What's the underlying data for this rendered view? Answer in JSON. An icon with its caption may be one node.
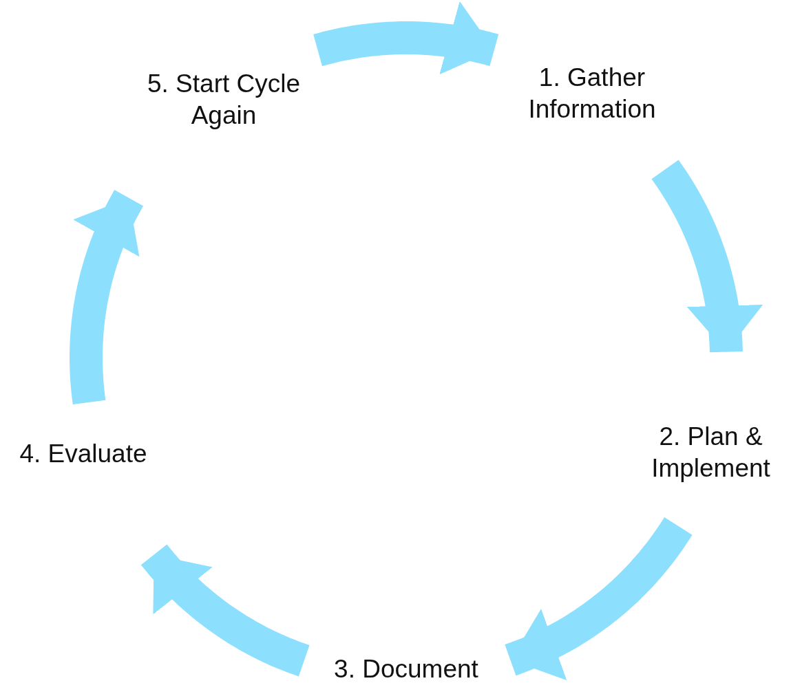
{
  "diagram": {
    "nodes": [
      {
        "text": [
          "1. Gather Information"
        ]
      },
      {
        "text": [
          "2. Plan & Implement"
        ]
      },
      {
        "text": [
          "3. Document"
        ]
      },
      {
        "text": [
          "4. Evaluate"
        ]
      },
      {
        "text": [
          "5. Start Cycle Again"
        ]
      }
    ],
    "edges": [
      {
        "from": 4,
        "to": 0,
        "arrow": "to"
      },
      {
        "from": 0,
        "to": 1,
        "arrow": "to"
      },
      {
        "from": 1,
        "to": 2,
        "arrow": "to"
      },
      {
        "from": 2,
        "to": 3,
        "arrow": "to"
      },
      {
        "from": 3,
        "to": 4,
        "arrow": "to"
      }
    ]
  }
}
